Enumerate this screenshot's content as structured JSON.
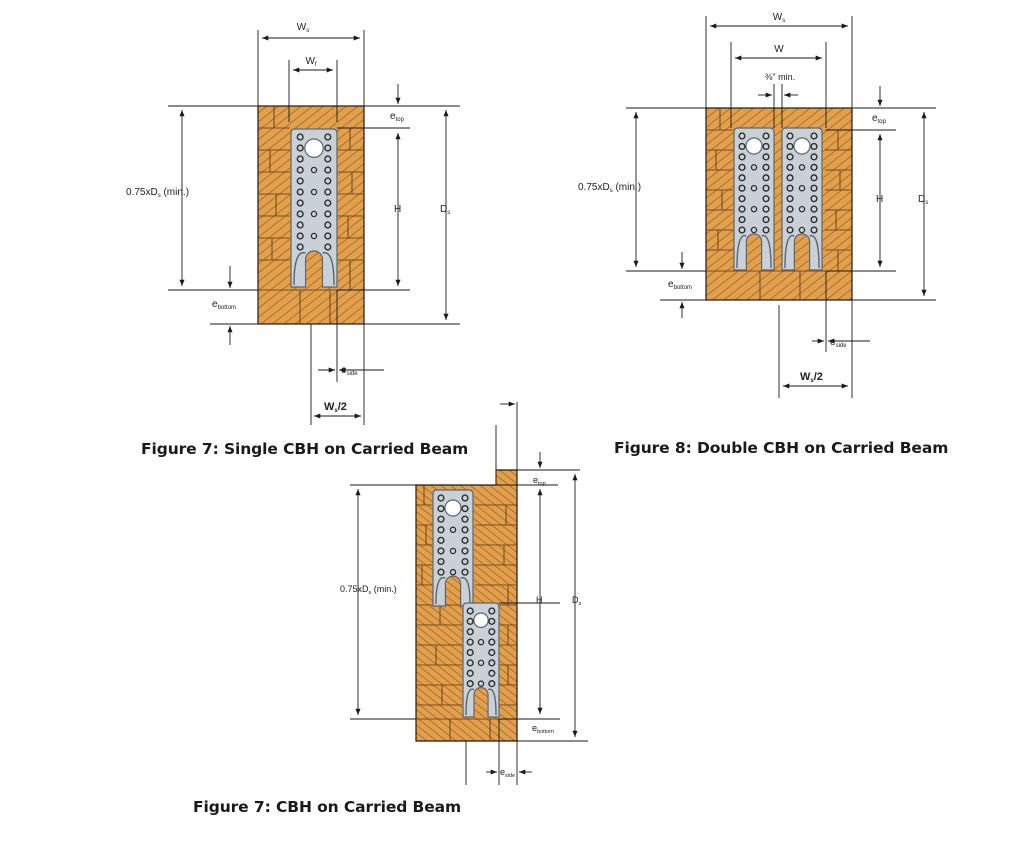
{
  "figures": [
    {
      "caption": "Figure 7: Single CBH on Carried Beam",
      "labels": {
        "ws": "W",
        "ws_sub": "s",
        "w": "W",
        "w_sub": "f",
        "etop": "e",
        "etop_sub": "top",
        "h": "H",
        "ds": "D",
        "ds_sub": "s",
        "depth_min": "0.75xD",
        "depth_min_sub": "s",
        "depth_min_suffix": " (min.)",
        "ebottom": "e",
        "ebottom_sub": "bottom",
        "eside": "e",
        "eside_sub": "side",
        "ws2": "W",
        "ws2_sub": "s",
        "ws2_suffix": "/2"
      }
    },
    {
      "caption": "Figure 8: Double CBH on Carried Beam",
      "labels": {
        "ws": "W",
        "ws_sub": "s",
        "w": "W",
        "min_gap": "⅜\" min.",
        "etop": "e",
        "etop_sub": "top",
        "h": "H",
        "ds": "D",
        "ds_sub": "s",
        "depth_min": "0.75xD",
        "depth_min_sub": "s",
        "depth_min_suffix": " (min.)",
        "ebottom": "e",
        "ebottom_sub": "bottom",
        "eside": "e",
        "eside_sub": "side",
        "ws2": "W",
        "ws2_sub": "s",
        "ws2_suffix": "/2"
      }
    },
    {
      "caption": "Figure 7: CBH on Carried Beam",
      "labels": {
        "etop": "e",
        "etop_sub": "top",
        "h": "H",
        "ds": "D",
        "ds_sub": "s",
        "depth_min": "0.75xD",
        "depth_min_sub": "s",
        "depth_min_suffix": " (min.)",
        "ebottom": "e",
        "ebottom_sub": "bottom",
        "eside": "e",
        "eside_sub": "side"
      }
    }
  ],
  "colors": {
    "wood": "#E3A04C",
    "grain": "#7A4A1C",
    "plate": "#C9D0D6",
    "plate_edge": "#5C6670",
    "hole": "#2A2F35",
    "line": "#1A1A1A"
  }
}
